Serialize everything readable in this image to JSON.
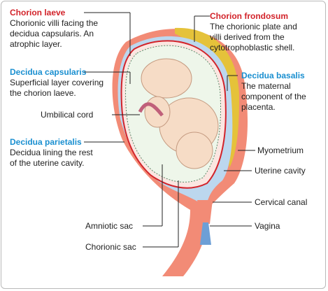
{
  "labels": {
    "chorion_laeve": {
      "title": "Chorion laeve",
      "desc1": "Chorionic villi facing the",
      "desc2": "decidua capsularis. An",
      "desc3": "atrophic layer."
    },
    "chorion_frondosum": {
      "title": "Chorion frondosum",
      "desc1": "The chorionic plate and",
      "desc2": "villi derived from the",
      "desc3": "cytotrophoblastic shell."
    },
    "decidua_capsularis": {
      "title": "Decidua capsularis",
      "desc1": "Superficial layer covering",
      "desc2": "the chorion laeve."
    },
    "decidua_basalis": {
      "title": "Decidua basalis",
      "desc1": "The maternal",
      "desc2": "component of the",
      "desc3": "placenta."
    },
    "umbilical_cord": "Umbilical cord",
    "decidua_parietalis": {
      "title": "Decidua parietalis",
      "desc1": "Decidua lining the rest",
      "desc2": "of the uterine cavity."
    },
    "myometrium": "Myometrium",
    "uterine_cavity": "Uterine cavity",
    "cervical_canal": "Cervical canal",
    "vagina": "Vagina",
    "amniotic_sac": "Amniotic sac",
    "chorionic_sac": "Chorionic sac"
  },
  "colors": {
    "title_red": "#d2232a",
    "title_blue": "#1a8fd0",
    "myometrium": "#f28b76",
    "decidua_basalis": "#e5c23a",
    "uterine_cavity": "#bcd7ee",
    "fetus": "#f6dcc6",
    "amniotic_fluid": "#eef6ea"
  }
}
